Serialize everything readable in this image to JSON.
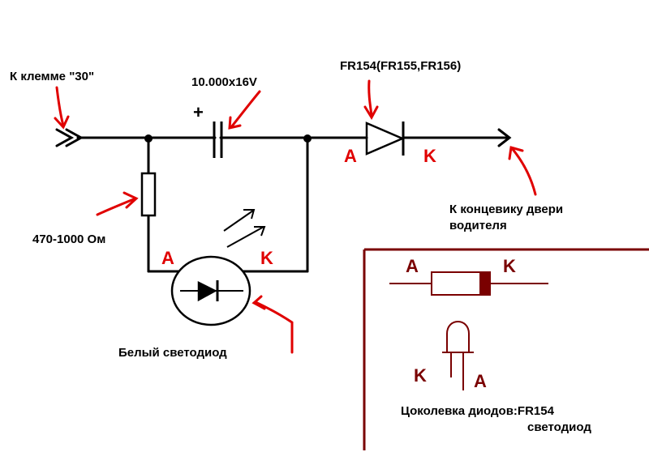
{
  "labels": {
    "terminal": "К клемме \"30\"",
    "capacitor": "10.000x16V",
    "plus": "+",
    "diode": "FR154(FR155,FR156)",
    "anode_main": "A",
    "cathode_main": "K",
    "door_switch_line1": "К концевику двери",
    "door_switch_line2": "водителя",
    "resistor": "470-1000 Ом",
    "led_anode": "A",
    "led_cathode": "K",
    "led": "Белый светодиод",
    "inset_anode": "A",
    "inset_cathode": "K",
    "inset_led_cathode": "K",
    "inset_led_anode": "A",
    "pinout_line1": "Цоколевка диодов:FR154",
    "pinout_line2": "светодиод"
  },
  "colors": {
    "wire": "#000000",
    "annotation": "#e00000",
    "inset": "#7a0000"
  }
}
